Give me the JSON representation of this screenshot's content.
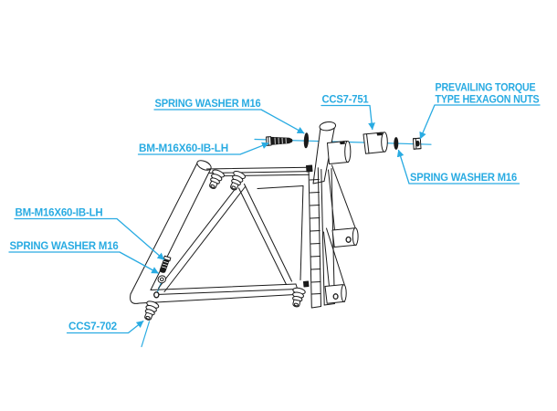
{
  "colors": {
    "accent": "#29ABE2",
    "line": "#1A1A1A",
    "background": "#FFFFFF"
  },
  "callouts": {
    "spring_washer_top": {
      "label": "SPRING WASHER M16"
    },
    "ccs7_751": {
      "label": "CCS7-751"
    },
    "prevailing_torque_nuts": {
      "line1": "PREVAILING TORQUE",
      "line2": "TYPE HEXAGON NUTS"
    },
    "bm_bolt_top": {
      "label": "BM-M16X60-IB-LH"
    },
    "spring_washer_right": {
      "label": "SPRING WASHER M16"
    },
    "bm_bolt_left": {
      "label": "BM-M16X60-IB-LH"
    },
    "spring_washer_left": {
      "label": "SPRING WASHER M16"
    },
    "ccs7_702": {
      "label": "CCS7-702"
    }
  }
}
